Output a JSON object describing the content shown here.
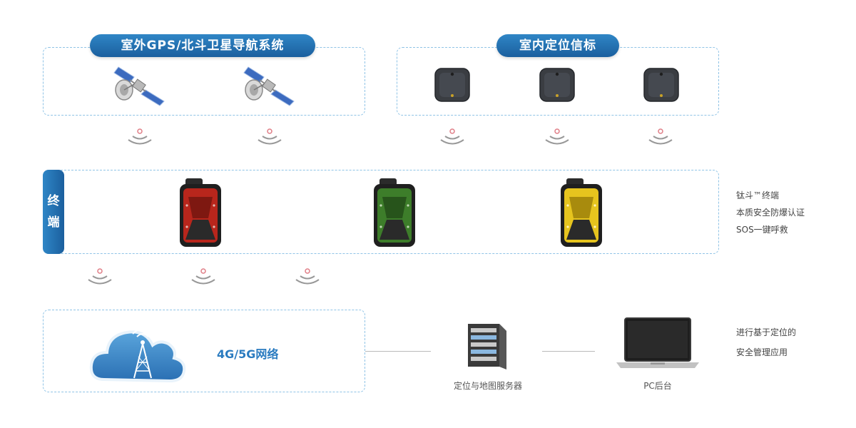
{
  "outdoor": {
    "title": "室外GPS/北斗卫星导航系统"
  },
  "indoor": {
    "title": "室内定位信标"
  },
  "terminal": {
    "label_line1": "终",
    "label_line2": "端",
    "colors": [
      "#b8261c",
      "#3d7d2a",
      "#e6c41e"
    ]
  },
  "terminal_notes": [
    "钛斗™终端",
    "本质安全防爆认证",
    "SOS一键呼救"
  ],
  "network": {
    "label": "4G/5G网络"
  },
  "server": {
    "caption": "定位与地图服务器"
  },
  "pc": {
    "caption": "PC后台"
  },
  "app_notes": [
    "进行基于定位的",
    "安全管理应用"
  ]
}
